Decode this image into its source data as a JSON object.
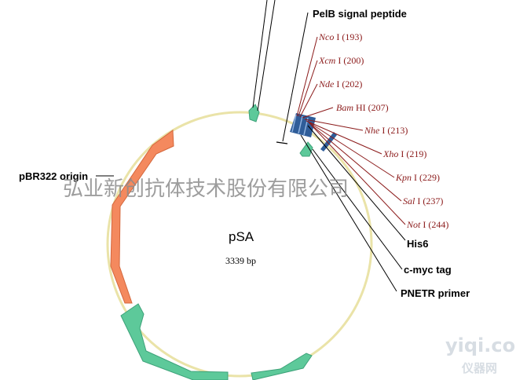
{
  "plasmid": {
    "name": "pSA",
    "size": "3339 bp"
  },
  "features": {
    "pelb": "PelB signal peptide",
    "his6": "His6",
    "cmyc": "c-myc tag",
    "primer": "PNETR primer",
    "origin": "pBR322 origin"
  },
  "sites": [
    {
      "name": "Nco",
      "num": "I (193)"
    },
    {
      "name": "Xcm",
      "num": "I (200)"
    },
    {
      "name": "Nde",
      "num": "I (202)"
    },
    {
      "name": "Bam",
      "num": "HI (207)"
    },
    {
      "name": "Nhe",
      "num": "I (213)"
    },
    {
      "name": "Xho",
      "num": "I (219)"
    },
    {
      "name": "Kpn",
      "num": "I (229)"
    },
    {
      "name": "Sal",
      "num": "I (237)"
    },
    {
      "name": "Not",
      "num": "I (244)"
    }
  ],
  "watermark": {
    "company": "弘业新创抗体技术股份有限公司",
    "site": "yiqi.com",
    "site_cn": "仪器网"
  },
  "colors": {
    "origin": "#f4895e",
    "resistance": "#5dc99a",
    "mcs": "#2f5d99",
    "ring": "#eae3a8",
    "site_text": "#8b1a1a"
  }
}
